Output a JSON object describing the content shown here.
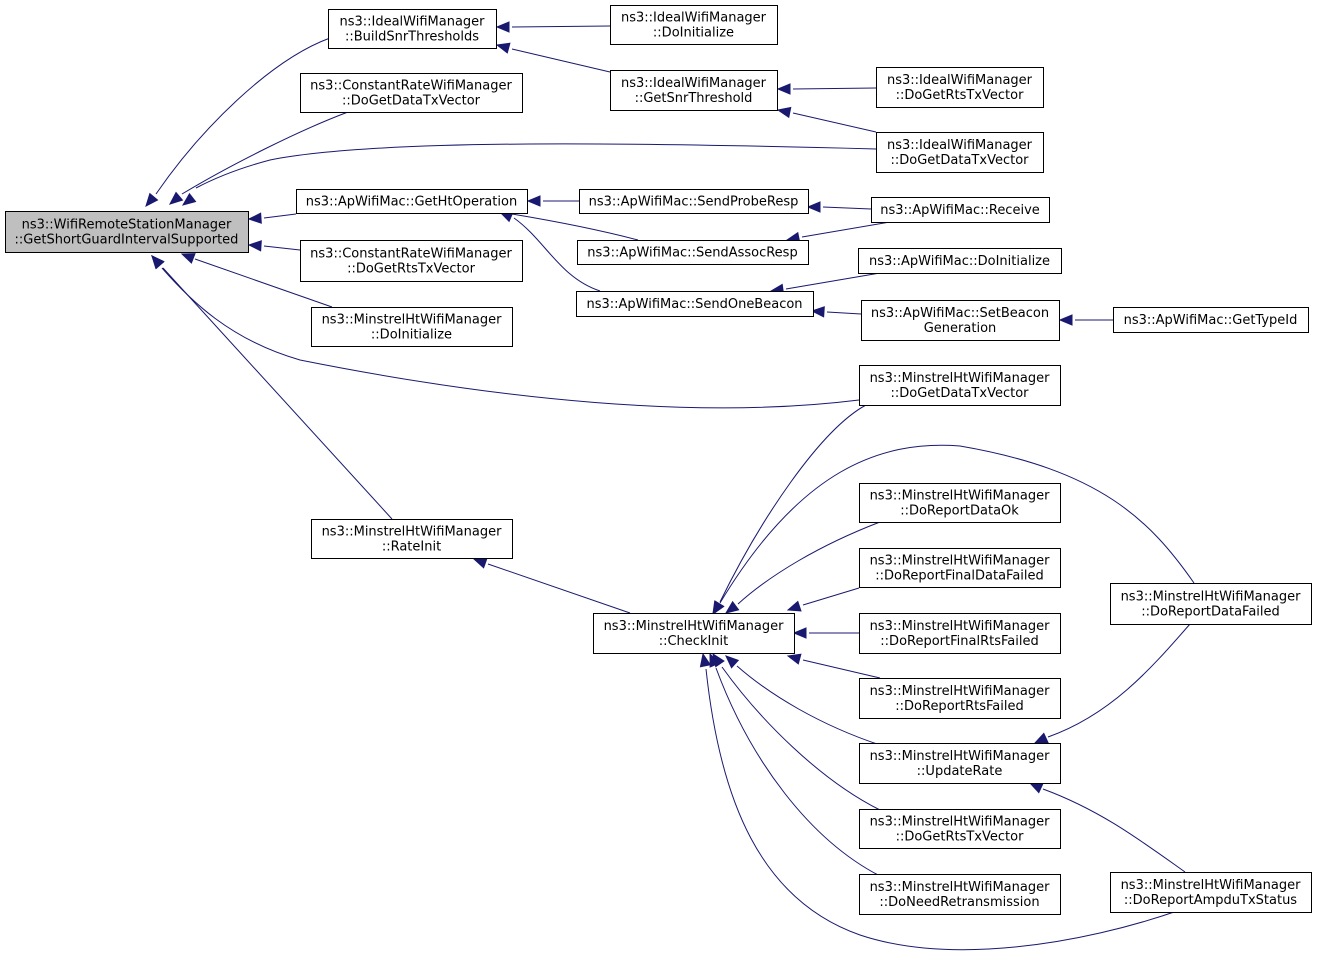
{
  "graph": {
    "colors": {
      "edge": "#191970",
      "root_fill": "#bfbfbf",
      "node_fill": "#ffffff",
      "node_stroke": "#000000"
    },
    "nodes": [
      {
        "id": "root",
        "lines": [
          "ns3::WifiRemoteStationManager",
          "::GetShortGuardIntervalSupported"
        ],
        "root": true
      },
      {
        "id": "iwm_bst",
        "lines": [
          "ns3::IdealWifiManager",
          "::BuildSnrThresholds"
        ]
      },
      {
        "id": "crwm_gdtx",
        "lines": [
          "ns3::ConstantRateWifiManager",
          "::DoGetDataTxVector"
        ]
      },
      {
        "id": "apm_gho",
        "lines": [
          "ns3::ApWifiMac::GetHtOperation"
        ]
      },
      {
        "id": "crwm_grts",
        "lines": [
          "ns3::ConstantRateWifiManager",
          "::DoGetRtsTxVector"
        ]
      },
      {
        "id": "mhwm_init",
        "lines": [
          "ns3::MinstrelHtWifiManager",
          "::DoInitialize"
        ]
      },
      {
        "id": "mhwm_rinit",
        "lines": [
          "ns3::MinstrelHtWifiManager",
          "::RateInit"
        ]
      },
      {
        "id": "iwm_init",
        "lines": [
          "ns3::IdealWifiManager",
          "::DoInitialize"
        ]
      },
      {
        "id": "iwm_gst",
        "lines": [
          "ns3::IdealWifiManager",
          "::GetSnrThreshold"
        ]
      },
      {
        "id": "apm_spr",
        "lines": [
          "ns3::ApWifiMac::SendProbeResp"
        ]
      },
      {
        "id": "apm_sar",
        "lines": [
          "ns3::ApWifiMac::SendAssocResp"
        ]
      },
      {
        "id": "apm_sob",
        "lines": [
          "ns3::ApWifiMac::SendOneBeacon"
        ]
      },
      {
        "id": "mhwm_ci",
        "lines": [
          "ns3::MinstrelHtWifiManager",
          "::CheckInit"
        ]
      },
      {
        "id": "iwm_grts",
        "lines": [
          "ns3::IdealWifiManager",
          "::DoGetRtsTxVector"
        ]
      },
      {
        "id": "iwm_gdtx",
        "lines": [
          "ns3::IdealWifiManager",
          "::DoGetDataTxVector"
        ]
      },
      {
        "id": "apm_recv",
        "lines": [
          "ns3::ApWifiMac::Receive"
        ]
      },
      {
        "id": "apm_init",
        "lines": [
          "ns3::ApWifiMac::DoInitialize"
        ]
      },
      {
        "id": "apm_sbg",
        "lines": [
          "ns3::ApWifiMac::SetBeacon",
          "Generation"
        ]
      },
      {
        "id": "mhwm_gdtx",
        "lines": [
          "ns3::MinstrelHtWifiManager",
          "::DoGetDataTxVector"
        ]
      },
      {
        "id": "mhwm_rdok",
        "lines": [
          "ns3::MinstrelHtWifiManager",
          "::DoReportDataOk"
        ]
      },
      {
        "id": "mhwm_rfdf",
        "lines": [
          "ns3::MinstrelHtWifiManager",
          "::DoReportFinalDataFailed"
        ]
      },
      {
        "id": "mhwm_rfrf",
        "lines": [
          "ns3::MinstrelHtWifiManager",
          "::DoReportFinalRtsFailed"
        ]
      },
      {
        "id": "mhwm_rrf",
        "lines": [
          "ns3::MinstrelHtWifiManager",
          "::DoReportRtsFailed"
        ]
      },
      {
        "id": "mhwm_ur",
        "lines": [
          "ns3::MinstrelHtWifiManager",
          "::UpdateRate"
        ]
      },
      {
        "id": "mhwm_grts",
        "lines": [
          "ns3::MinstrelHtWifiManager",
          "::DoGetRtsTxVector"
        ]
      },
      {
        "id": "mhwm_nrt",
        "lines": [
          "ns3::MinstrelHtWifiManager",
          "::DoNeedRetransmission"
        ]
      },
      {
        "id": "apm_gti",
        "lines": [
          "ns3::ApWifiMac::GetTypeId"
        ]
      },
      {
        "id": "mhwm_rdf",
        "lines": [
          "ns3::MinstrelHtWifiManager",
          "::DoReportDataFailed"
        ]
      },
      {
        "id": "mhwm_ratx",
        "lines": [
          "ns3::MinstrelHtWifiManager",
          "::DoReportAmpduTxStatus"
        ]
      }
    ],
    "edges": [
      {
        "callee": "root",
        "caller": "iwm_bst"
      },
      {
        "callee": "root",
        "caller": "crwm_gdtx"
      },
      {
        "callee": "root",
        "caller": "iwm_gdtx"
      },
      {
        "callee": "root",
        "caller": "apm_gho"
      },
      {
        "callee": "root",
        "caller": "crwm_grts"
      },
      {
        "callee": "root",
        "caller": "mhwm_init"
      },
      {
        "callee": "root",
        "caller": "mhwm_gdtx"
      },
      {
        "callee": "root",
        "caller": "mhwm_rinit"
      },
      {
        "callee": "iwm_bst",
        "caller": "iwm_init"
      },
      {
        "callee": "iwm_bst",
        "caller": "iwm_gst"
      },
      {
        "callee": "iwm_gst",
        "caller": "iwm_grts"
      },
      {
        "callee": "iwm_gst",
        "caller": "iwm_gdtx"
      },
      {
        "callee": "apm_gho",
        "caller": "apm_spr"
      },
      {
        "callee": "apm_gho",
        "caller": "apm_sar"
      },
      {
        "callee": "apm_gho",
        "caller": "apm_sob"
      },
      {
        "callee": "apm_spr",
        "caller": "apm_recv"
      },
      {
        "callee": "apm_sar",
        "caller": "apm_recv"
      },
      {
        "callee": "apm_sob",
        "caller": "apm_init"
      },
      {
        "callee": "apm_sob",
        "caller": "apm_sbg"
      },
      {
        "callee": "apm_sbg",
        "caller": "apm_gti"
      },
      {
        "callee": "mhwm_rinit",
        "caller": "mhwm_ci"
      },
      {
        "callee": "mhwm_ci",
        "caller": "mhwm_gdtx"
      },
      {
        "callee": "mhwm_ci",
        "caller": "mhwm_rdf"
      },
      {
        "callee": "mhwm_ci",
        "caller": "mhwm_rdok"
      },
      {
        "callee": "mhwm_ci",
        "caller": "mhwm_rfdf"
      },
      {
        "callee": "mhwm_ci",
        "caller": "mhwm_rfrf"
      },
      {
        "callee": "mhwm_ci",
        "caller": "mhwm_rrf"
      },
      {
        "callee": "mhwm_ci",
        "caller": "mhwm_ur"
      },
      {
        "callee": "mhwm_ci",
        "caller": "mhwm_grts"
      },
      {
        "callee": "mhwm_ci",
        "caller": "mhwm_nrt"
      },
      {
        "callee": "mhwm_ci",
        "caller": "mhwm_ratx"
      },
      {
        "callee": "mhwm_ur",
        "caller": "mhwm_rdf"
      },
      {
        "callee": "mhwm_ur",
        "caller": "mhwm_ratx"
      }
    ]
  }
}
